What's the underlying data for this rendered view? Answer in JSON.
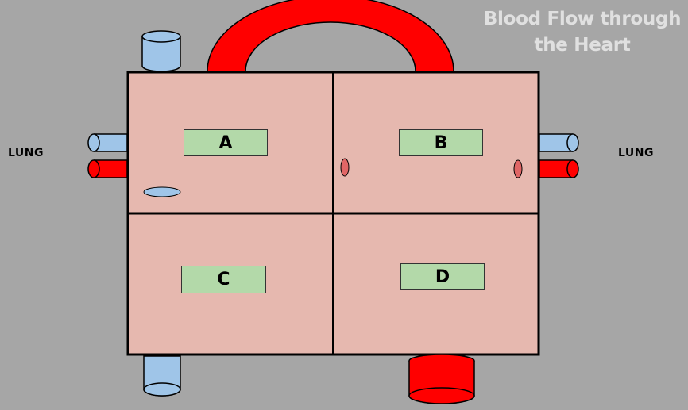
{
  "title_line1": "Blood Flow through",
  "title_line2": "the Heart",
  "lung_left": "LUNG",
  "lung_right": "LUNG",
  "chambers": {
    "a": "A",
    "b": "B",
    "c": "C",
    "d": "D"
  },
  "colors": {
    "background": "#a6a6a6",
    "chamber_fill": "#e6b8af",
    "label_fill": "#b3d9a9",
    "deoxygenated_vessel": "#9fc5e8",
    "oxygenated_vessel": "#ff0000"
  }
}
